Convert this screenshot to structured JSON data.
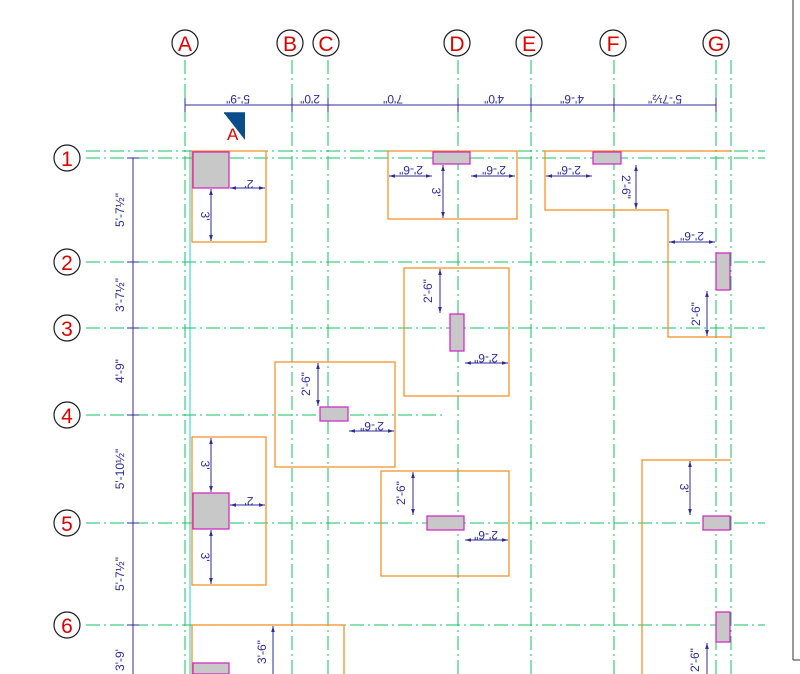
{
  "grid_columns": [
    "A",
    "B",
    "C",
    "D",
    "E",
    "F",
    "G"
  ],
  "grid_rows": [
    "1",
    "2",
    "3",
    "4",
    "5",
    "6"
  ],
  "column_spacing": [
    "5'-9\"",
    "2'0\"",
    "7'0\"",
    "4'0\"",
    "4'-6\"",
    "5'-7½\""
  ],
  "row_spacing": [
    "5'-7½\"",
    "3'-7½\"",
    "4'-9\"",
    "5'-10½\"",
    "5'-7½\"",
    "3'-9'"
  ],
  "section_marker": "A",
  "footing_dims": {
    "d1": "2'",
    "d2": "3'",
    "d3": "2'-6\"",
    "d4": "2'-6\"",
    "d5": "3'",
    "d6": "2'-6\"",
    "d7": "2'-6\"",
    "d8": "2'-6\"",
    "d9": "2'-6\"",
    "d10": "2'-6\"",
    "d11": "2'-6\"",
    "d12": "2'-6\"",
    "d13": "2'-6\"",
    "d14": "3'",
    "d15": "2'",
    "d16": "3'",
    "d17": "2'-6\"",
    "d18": "2'-6\"",
    "d19": "3'",
    "d20": "3'-6\"",
    "d21": "2'-6\""
  }
}
